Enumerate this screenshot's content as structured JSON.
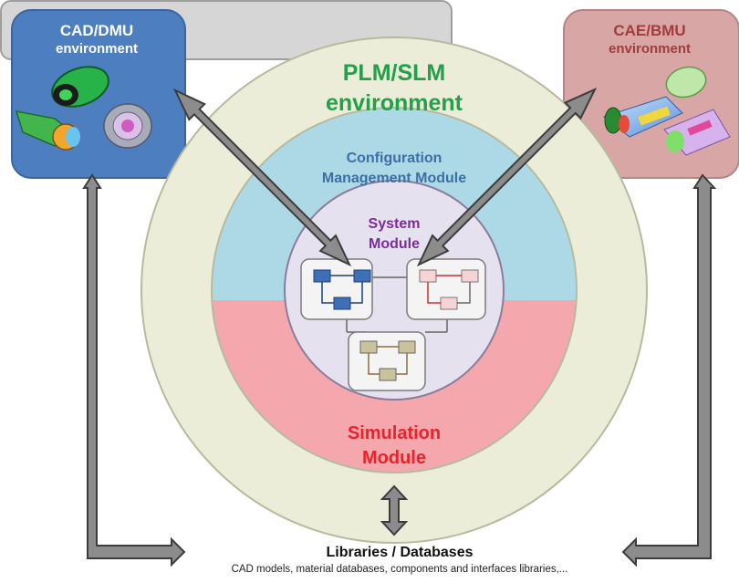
{
  "cad_env": {
    "line1": "CAD/DMU",
    "line2": "environment",
    "fill": "#4d7fc0"
  },
  "cae_env": {
    "line1": "CAE/BMU",
    "line2": "environment",
    "fill": "#d9a6a6",
    "text_color": "#a23c3c"
  },
  "plm_env": {
    "line1": "PLM/SLM",
    "line2": "environment",
    "text_color": "#22a04a",
    "fill": "#ecedd9"
  },
  "config_module": {
    "line1": "Configuration",
    "line2": "Management Module",
    "text_color": "#3d6fa6",
    "fill": "#add8e6"
  },
  "system_module": {
    "line1": "System",
    "line2": "Module",
    "text_color": "#7b2b9a",
    "fill": "#e6e1ee"
  },
  "simulation_module": {
    "line1": "Simulation",
    "line2": "Module",
    "text_color": "#e8232a",
    "fill": "#f4a7ad"
  },
  "libraries": {
    "title": "Libraries / Databases",
    "subtitle": "CAD models, material databases, components and interfaces libraries,...",
    "fill": "#d6d6d6"
  },
  "arrow_color": "#8c8c8c"
}
